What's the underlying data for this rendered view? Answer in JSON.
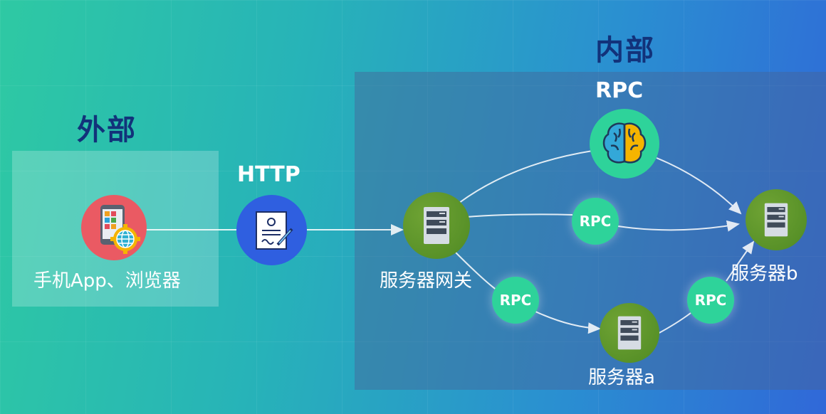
{
  "external": {
    "heading": "外部",
    "client_label": "手机App、浏览器"
  },
  "http": {
    "label": "HTTP"
  },
  "internal": {
    "heading": "内部",
    "top_protocol": "RPC",
    "gateway_label": "服务器网关",
    "server_a_label": "服务器a",
    "server_b_label": "服务器b",
    "rpc_badges": [
      "RPC",
      "RPC",
      "RPC"
    ]
  },
  "colors": {
    "heading": "#12327a",
    "node_green": "#5c9a2c",
    "rpc_badge": "#2ed39a",
    "http_icon": "#2f5fe0",
    "client_icon": "#ea5a63",
    "gear": "#f5b400"
  },
  "icons": {
    "client": "phone-with-globe-gear-icon",
    "http": "certificate-document-icon",
    "rpc": "brain-icon",
    "server": "server-tower-icon"
  }
}
